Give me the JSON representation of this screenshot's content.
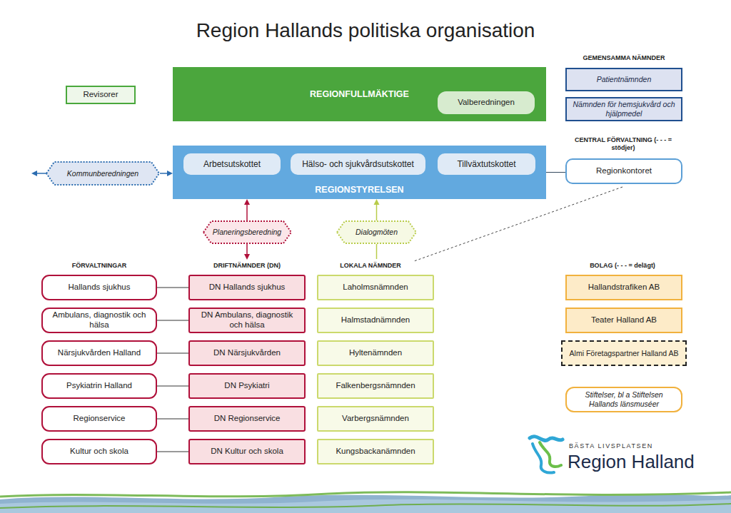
{
  "diagram": {
    "title": "Region Hallands politiska organisation",
    "nodes": [
      {
        "text": [
          "Revisorer"
        ]
      },
      {
        "text": [
          "REGIONFULLMÄKTIGE"
        ]
      },
      {
        "text": [
          "Valberedningen"
        ],
        "in": 1
      },
      {
        "text": [
          "Patientnämnden"
        ]
      },
      {
        "text": [
          "Nämnden för hemsjukvård och hjälpmedel"
        ]
      },
      {
        "text": [
          "REGIONSTYRELSEN"
        ]
      },
      {
        "text": [
          "Arbetsutskottet"
        ],
        "in": 5
      },
      {
        "text": [
          "Hälso- och sjukvårdsutskottet"
        ],
        "in": 5
      },
      {
        "text": [
          "Tillväxtutskottet"
        ],
        "in": 5
      },
      {
        "text": [
          "Kommunberedningen"
        ]
      },
      {
        "text": [
          "Regionkontoret"
        ]
      },
      {
        "text": [
          "Planeringsberedning"
        ]
      },
      {
        "text": [
          "Dialogmöten"
        ]
      },
      {
        "text": [
          "Hallands sjukhus"
        ]
      },
      {
        "text": [
          "Ambulans, diagnostik och hälsa"
        ]
      },
      {
        "text": [
          "Närsjukvården Halland"
        ]
      },
      {
        "text": [
          "Psykiatrin Halland"
        ]
      },
      {
        "text": [
          "Regionservice"
        ]
      },
      {
        "text": [
          "Kultur och skola"
        ]
      },
      {
        "text": [
          "DN Hallands sjukhus"
        ]
      },
      {
        "text": [
          "DN Ambulans, diagnostik och hälsa"
        ]
      },
      {
        "text": [
          "DN Närsjukvården"
        ]
      },
      {
        "text": [
          "DN Psykiatri"
        ]
      },
      {
        "text": [
          "DN Regionservice"
        ]
      },
      {
        "text": [
          "DN Kultur och skola"
        ]
      },
      {
        "text": [
          "Laholmsnämnden"
        ]
      },
      {
        "text": [
          "Halmstadnämnden"
        ]
      },
      {
        "text": [
          "Hyltenämnden"
        ]
      },
      {
        "text": [
          "Falkenbergsnämnden"
        ]
      },
      {
        "text": [
          "Varbergsnämnden"
        ]
      },
      {
        "text": [
          "Kungsbackanämnden"
        ]
      },
      {
        "text": [
          "Hallandstrafiken AB"
        ]
      },
      {
        "text": [
          "Teater Halland AB"
        ]
      },
      {
        "text": [
          "Almi Företagspartner Halland AB"
        ]
      },
      {
        "text": [
          "Stiftelser, bl a Stiftelsen Hallands länsmuséer"
        ]
      }
    ],
    "edges": [
      {
        "from": 9,
        "to": 5,
        "arrow": "to"
      },
      {
        "from": 5,
        "to": 10,
        "arrow": "none"
      },
      {
        "from": 11,
        "to": 5,
        "arrow": "to"
      },
      {
        "from": 12,
        "to": 5,
        "arrow": "to"
      },
      {
        "from": 13,
        "to": 19,
        "arrow": "none"
      },
      {
        "from": 14,
        "to": 20,
        "arrow": "none"
      },
      {
        "from": 15,
        "to": 21,
        "arrow": "none"
      },
      {
        "from": 16,
        "to": 22,
        "arrow": "none"
      },
      {
        "from": 17,
        "to": 23,
        "arrow": "none"
      },
      {
        "from": 18,
        "to": 24,
        "arrow": "none"
      }
    ],
    "labels": [
      "GEMENSAMMA NÄMNDER",
      "CENTRAL FÖRVALTNING (- - - = stödjer)",
      "FÖRVALTNINGAR",
      "DRIFTNÄMNDER (DN)",
      "LOKALA NÄMNDER",
      "BOLAG (- - - = delägt)",
      "BÄSTA LIVSPLATSEN",
      "Region Halland"
    ]
  }
}
